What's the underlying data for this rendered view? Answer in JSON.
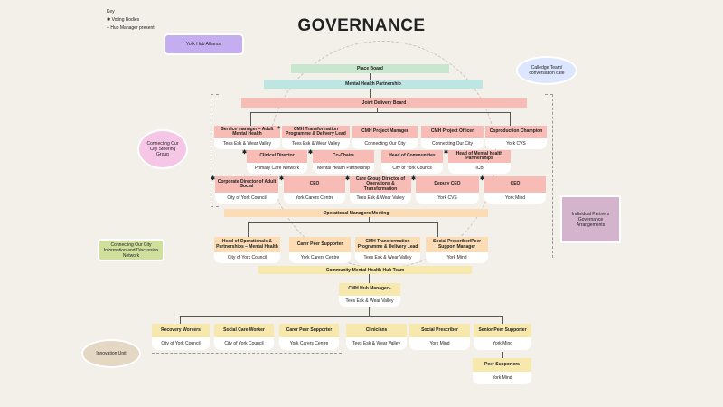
{
  "title": "GOVERNANCE",
  "key": {
    "label": "Key",
    "voting": "Voting Bodies",
    "voting_symbol": "✱",
    "hub": "Hub Manager present",
    "hub_symbol": "+"
  },
  "bars": {
    "place_board": "Place Board",
    "mhp": "Mental Health Partnership",
    "jdb": "Joint Delivery Board",
    "omm": "Operational Managers Meeting",
    "cmhht": "Community Mental Health Hub Team"
  },
  "external": {
    "york_hub_alliance": "York Hub Alliance",
    "calledge": "Calledge Team/ conversation café",
    "steering": "Connecting Our City Steering Group",
    "info_network": "Connecting Our City Information and Discussion Network",
    "innovation": "Innovation Unit",
    "ipga": "Individual Partners Governance Arrangements"
  },
  "jdb_members": [
    {
      "role": "Service manager – Adult Mental Health",
      "org": "Tees Esk & Wear Valley",
      "mark": ""
    },
    {
      "role": "CMH Transformation Programme & Delivery Lead",
      "org": "Tees Esk & Wear Valley",
      "mark": "+"
    },
    {
      "role": "CMH Project Manager",
      "org": "Connecting Our City",
      "mark": ""
    },
    {
      "role": "CMH Project Officer",
      "org": "Connecting Our City",
      "mark": ""
    },
    {
      "role": "Coproduction Champion",
      "org": "York CVS",
      "mark": ""
    },
    {
      "role": "Clinical Director",
      "org": "Primary Care Network",
      "mark": "✱"
    },
    {
      "role": "Co-Chairs",
      "org": "Mental Health Partnership",
      "mark": "✱"
    },
    {
      "role": "Head of Communities",
      "org": "City of York Council",
      "mark": ""
    },
    {
      "role": "Head of Mental health Partnerships",
      "org": "ICB",
      "mark": "✱"
    },
    {
      "role": "Corporate Director of Adult Social",
      "org": "City of York Council",
      "mark": "✱"
    },
    {
      "role": "CEO",
      "org": "York Carers Centre",
      "mark": "✱"
    },
    {
      "role": "Care Group Director of Operations & Transformation",
      "org": "Tees Esk & Wear Valley",
      "mark": "✱"
    },
    {
      "role": "Deputy CEO",
      "org": "York CVS",
      "mark": "✱"
    },
    {
      "role": "CEO",
      "org": "York Mind",
      "mark": "✱"
    }
  ],
  "omm_members": [
    {
      "role": "Head of Operationals & Partnerships – Mental Health",
      "org": "City of York Council"
    },
    {
      "role": "Carer Peer Supporter",
      "org": "York Carers Centre"
    },
    {
      "role": "CMH Transformation Programme & Delivery Lead",
      "org": "Tees Esk & Wear Valley"
    },
    {
      "role": "Social Prescriber/Peer Support Manager",
      "org": "York Mind"
    }
  ],
  "hub_manager": {
    "role": "CMH Hub Manager+",
    "org": "Tees Esk & Wear Valley"
  },
  "team": [
    {
      "role": "Recovery Workers",
      "org": "City of York Council"
    },
    {
      "role": "Social Care Worker",
      "org": "City of York Council"
    },
    {
      "role": "Carer Peer Supporter",
      "org": "York Carers Centre"
    },
    {
      "role": "Clinicians",
      "org": "Tees Esk & Wear Valley"
    },
    {
      "role": "Social Prescriber",
      "org": "York Mind"
    },
    {
      "role": "Senior Peer Supporter",
      "org": "York Mind"
    },
    {
      "role": "Peer Supporters",
      "org": "York Mind"
    }
  ],
  "colors": {
    "green": "#c9e6cf",
    "cyan": "#bfe5e3",
    "pink": "#f7bcb6",
    "peach": "#fbdcb4",
    "yellow": "#f7e8ae",
    "purple": "#c4aef0",
    "blue": "#dde6ff",
    "mauve": "#d3b4cc",
    "pinkoval": "#f6c6e6",
    "olive": "#cfdf9c",
    "tan": "#e4d7c3"
  }
}
